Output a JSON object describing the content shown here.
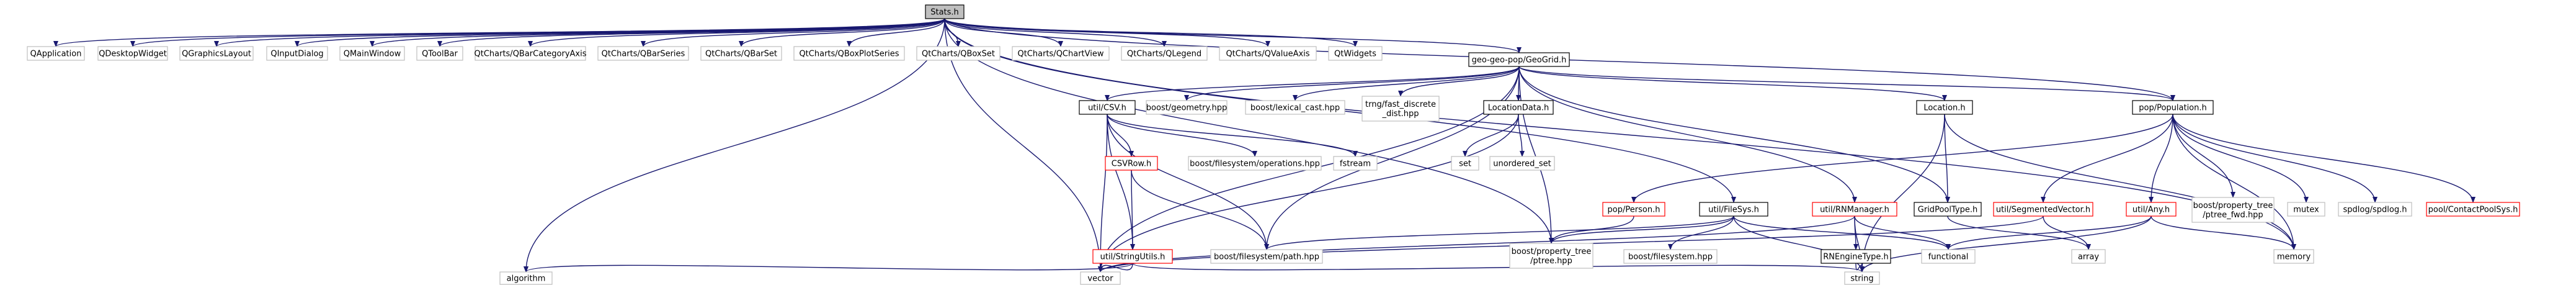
{
  "nodes": [
    {
      "id": "n_stats",
      "label": "Stats.h",
      "style": "root"
    },
    {
      "id": "n_qapplication",
      "label": "QApplication",
      "style": "system"
    },
    {
      "id": "n_qdesktopwidget",
      "label": "QDesktopWidget",
      "style": "system"
    },
    {
      "id": "n_qgraphicslayout",
      "label": "QGraphicsLayout",
      "style": "system"
    },
    {
      "id": "n_qinputdialog",
      "label": "QInputDialog",
      "style": "system"
    },
    {
      "id": "n_qmainwindow",
      "label": "QMainWindow",
      "style": "system"
    },
    {
      "id": "n_qtoolbar",
      "label": "QToolBar",
      "style": "system"
    },
    {
      "id": "n_qbarcategoryaxis",
      "label": "QtCharts/QBarCategoryAxis",
      "style": "system"
    },
    {
      "id": "n_qbarseries",
      "label": "QtCharts/QBarSeries",
      "style": "system"
    },
    {
      "id": "n_qbarset",
      "label": "QtCharts/QBarSet",
      "style": "system"
    },
    {
      "id": "n_qboxplotseries",
      "label": "QtCharts/QBoxPlotSeries",
      "style": "system"
    },
    {
      "id": "n_qboxset",
      "label": "QtCharts/QBoxSet",
      "style": "system"
    },
    {
      "id": "n_qchartview",
      "label": "QtCharts/QChartView",
      "style": "system"
    },
    {
      "id": "n_qlegend",
      "label": "QtCharts/QLegend",
      "style": "system"
    },
    {
      "id": "n_qvalueaxis",
      "label": "QtCharts/QValueAxis",
      "style": "system"
    },
    {
      "id": "n_qtwidgets",
      "label": "QtWidgets",
      "style": "system"
    },
    {
      "id": "n_geogrid",
      "label": "geo-geo-pop/GeoGrid.h",
      "style": "local"
    },
    {
      "id": "n_csv",
      "label": "util/CSV.h",
      "style": "local"
    },
    {
      "id": "n_bgeometry",
      "label": "boost/geometry.hpp",
      "style": "system"
    },
    {
      "id": "n_blexical",
      "label": "boost/lexical_cast.hpp",
      "style": "system"
    },
    {
      "id": "n_trng",
      "label": "trng/fast_discrete\n_dist.hpp",
      "style": "system"
    },
    {
      "id": "n_locationdata",
      "label": "LocationData.h",
      "style": "local"
    },
    {
      "id": "n_location",
      "label": "Location.h",
      "style": "local"
    },
    {
      "id": "n_population",
      "label": "pop/Population.h",
      "style": "local"
    },
    {
      "id": "n_csvrow",
      "label": "CSVRow.h",
      "style": "missing"
    },
    {
      "id": "n_bfsops",
      "label": "boost/filesystem/operations.hpp",
      "style": "system"
    },
    {
      "id": "n_fstream",
      "label": "fstream",
      "style": "system"
    },
    {
      "id": "n_set",
      "label": "set",
      "style": "system"
    },
    {
      "id": "n_unorderedset",
      "label": "unordered_set",
      "style": "system"
    },
    {
      "id": "n_person",
      "label": "pop/Person.h",
      "style": "missing"
    },
    {
      "id": "n_filesys",
      "label": "util/FileSys.h",
      "style": "local"
    },
    {
      "id": "n_rnmanager",
      "label": "util/RNManager.h",
      "style": "missing"
    },
    {
      "id": "n_gridpooltype",
      "label": "GridPoolType.h",
      "style": "local"
    },
    {
      "id": "n_segvector",
      "label": "util/SegmentedVector.h",
      "style": "missing"
    },
    {
      "id": "n_any",
      "label": "util/Any.h",
      "style": "missing"
    },
    {
      "id": "n_ptreefwd",
      "label": "boost/property_tree\n/ptree_fwd.hpp",
      "style": "system"
    },
    {
      "id": "n_mutex",
      "label": "mutex",
      "style": "system"
    },
    {
      "id": "n_spdlog",
      "label": "spdlog/spdlog.h",
      "style": "system"
    },
    {
      "id": "n_contactpoolsys",
      "label": "pool/ContactPoolSys.h",
      "style": "missing"
    },
    {
      "id": "n_stringutils",
      "label": "util/StringUtils.h",
      "style": "missing"
    },
    {
      "id": "n_bfspath",
      "label": "boost/filesystem/path.hpp",
      "style": "system"
    },
    {
      "id": "n_ptree",
      "label": "boost/property_tree\n/ptree.hpp",
      "style": "system"
    },
    {
      "id": "n_bfilesystem",
      "label": "boost/filesystem.hpp",
      "style": "system"
    },
    {
      "id": "n_rnenginetype",
      "label": "RNEngineType.h",
      "style": "local"
    },
    {
      "id": "n_functional",
      "label": "functional",
      "style": "system"
    },
    {
      "id": "n_array",
      "label": "array",
      "style": "system"
    },
    {
      "id": "n_memory",
      "label": "memory",
      "style": "system"
    },
    {
      "id": "n_algorithm",
      "label": "algorithm",
      "style": "system"
    },
    {
      "id": "n_vector",
      "label": "vector",
      "style": "system"
    },
    {
      "id": "n_string",
      "label": "string",
      "style": "system"
    }
  ],
  "edges": [
    [
      "n_stats",
      "n_qapplication"
    ],
    [
      "n_stats",
      "n_qdesktopwidget"
    ],
    [
      "n_stats",
      "n_qgraphicslayout"
    ],
    [
      "n_stats",
      "n_qinputdialog"
    ],
    [
      "n_stats",
      "n_qmainwindow"
    ],
    [
      "n_stats",
      "n_qtoolbar"
    ],
    [
      "n_stats",
      "n_qbarcategoryaxis"
    ],
    [
      "n_stats",
      "n_qbarseries"
    ],
    [
      "n_stats",
      "n_qbarset"
    ],
    [
      "n_stats",
      "n_qboxplotseries"
    ],
    [
      "n_stats",
      "n_qboxset"
    ],
    [
      "n_stats",
      "n_qchartview"
    ],
    [
      "n_stats",
      "n_qlegend"
    ],
    [
      "n_stats",
      "n_qvalueaxis"
    ],
    [
      "n_stats",
      "n_qtwidgets"
    ],
    [
      "n_stats",
      "n_geogrid"
    ],
    [
      "n_stats",
      "n_algorithm"
    ],
    [
      "n_stats",
      "n_vector"
    ],
    [
      "n_stats",
      "n_filesys"
    ],
    [
      "n_stats",
      "n_ptree"
    ],
    [
      "n_stats",
      "n_population"
    ],
    [
      "n_stats",
      "n_memory"
    ],
    [
      "n_geogrid",
      "n_csv"
    ],
    [
      "n_geogrid",
      "n_bgeometry"
    ],
    [
      "n_geogrid",
      "n_blexical"
    ],
    [
      "n_geogrid",
      "n_trng"
    ],
    [
      "n_geogrid",
      "n_locationdata"
    ],
    [
      "n_geogrid",
      "n_location"
    ],
    [
      "n_geogrid",
      "n_population"
    ],
    [
      "n_geogrid",
      "n_rnmanager"
    ],
    [
      "n_geogrid",
      "n_gridpooltype"
    ],
    [
      "n_geogrid",
      "n_vector"
    ],
    [
      "n_geogrid",
      "n_ptree"
    ],
    [
      "n_geogrid",
      "n_bfspath"
    ],
    [
      "n_csv",
      "n_csvrow"
    ],
    [
      "n_csv",
      "n_bfsops"
    ],
    [
      "n_csv",
      "n_fstream"
    ],
    [
      "n_csv",
      "n_stringutils"
    ],
    [
      "n_csv",
      "n_bfspath"
    ],
    [
      "n_csv",
      "n_vector"
    ],
    [
      "n_csvrow",
      "n_stringutils"
    ],
    [
      "n_csvrow",
      "n_bfspath"
    ],
    [
      "n_stringutils",
      "n_algorithm"
    ],
    [
      "n_stringutils",
      "n_vector"
    ],
    [
      "n_stringutils",
      "n_string"
    ],
    [
      "n_locationdata",
      "n_set"
    ],
    [
      "n_locationdata",
      "n_unorderedset"
    ],
    [
      "n_locationdata",
      "n_vector"
    ],
    [
      "n_location",
      "n_gridpooltype"
    ],
    [
      "n_location",
      "n_string"
    ],
    [
      "n_location",
      "n_memory"
    ],
    [
      "n_population",
      "n_person"
    ],
    [
      "n_population",
      "n_segvector"
    ],
    [
      "n_population",
      "n_any"
    ],
    [
      "n_population",
      "n_ptreefwd"
    ],
    [
      "n_population",
      "n_mutex"
    ],
    [
      "n_population",
      "n_spdlog"
    ],
    [
      "n_population",
      "n_contactpoolsys"
    ],
    [
      "n_population",
      "n_memory"
    ],
    [
      "n_filesys",
      "n_ptree"
    ],
    [
      "n_filesys",
      "n_bfilesystem"
    ],
    [
      "n_filesys",
      "n_bfspath"
    ],
    [
      "n_filesys",
      "n_string"
    ],
    [
      "n_filesys",
      "n_functional"
    ],
    [
      "n_rnmanager",
      "n_rnenginetype"
    ],
    [
      "n_rnmanager",
      "n_functional"
    ],
    [
      "n_rnmanager",
      "n_string"
    ],
    [
      "n_rnmanager",
      "n_vector"
    ],
    [
      "n_rnenginetype",
      "n_string"
    ],
    [
      "n_gridpooltype",
      "n_array"
    ],
    [
      "n_segvector",
      "n_array"
    ],
    [
      "n_segvector",
      "n_vector"
    ],
    [
      "n_any",
      "n_memory"
    ],
    [
      "n_any",
      "n_string"
    ],
    [
      "n_any",
      "n_functional"
    ],
    [
      "n_person",
      "n_ptree"
    ]
  ],
  "colors": {
    "edge": "#191970",
    "root_fill": "#bfbfbf",
    "local_border": "#000000",
    "system_border": "#bfbfbf",
    "missing_border": "#ff0000",
    "text": "#000000"
  }
}
